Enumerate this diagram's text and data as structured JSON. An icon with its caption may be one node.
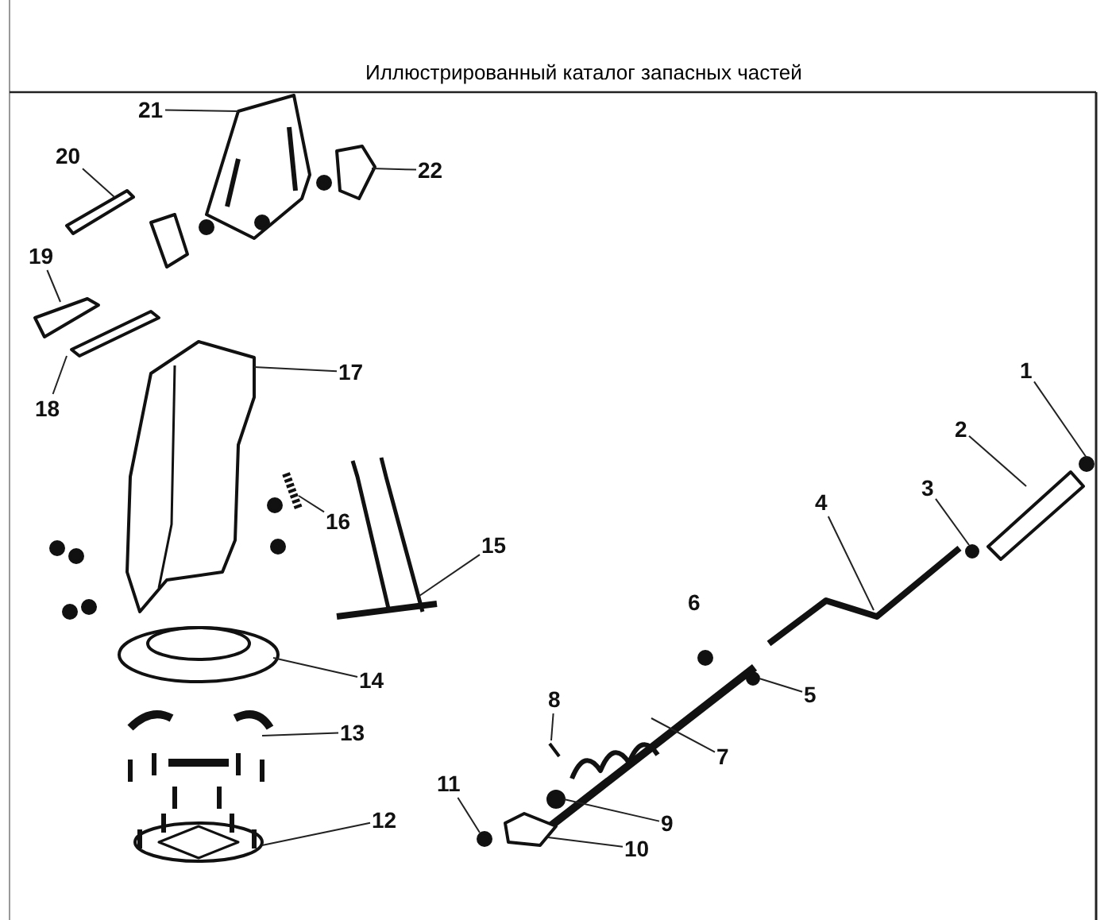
{
  "diagram": {
    "title": "Иллюстрированный каталог запасных частей",
    "nodes": [
      {
        "text": [
          "1"
        ]
      },
      {
        "text": [
          "2"
        ]
      },
      {
        "text": [
          "3"
        ]
      },
      {
        "text": [
          "4"
        ]
      },
      {
        "text": [
          "5"
        ]
      },
      {
        "text": [
          "7"
        ]
      },
      {
        "text": [
          "8"
        ]
      },
      {
        "text": [
          "9"
        ]
      },
      {
        "text": [
          "10"
        ]
      },
      {
        "text": [
          "11"
        ]
      },
      {
        "text": [
          "12"
        ]
      },
      {
        "text": [
          "13"
        ]
      },
      {
        "text": [
          "14"
        ]
      },
      {
        "text": [
          "15"
        ]
      },
      {
        "text": [
          "16"
        ]
      },
      {
        "text": [
          "17"
        ]
      },
      {
        "text": [
          "18"
        ]
      },
      {
        "text": [
          "19"
        ]
      },
      {
        "text": [
          "20"
        ]
      },
      {
        "text": [
          "21"
        ]
      },
      {
        "text": [
          "22"
        ]
      }
    ],
    "edges": [
      {
        "from": 0,
        "to": null,
        "arrow": "none"
      },
      {
        "from": 1,
        "to": null,
        "arrow": "none"
      },
      {
        "from": 2,
        "to": null,
        "arrow": "none"
      },
      {
        "from": 3,
        "to": null,
        "arrow": "none"
      },
      {
        "from": 4,
        "to": null,
        "arrow": "none"
      },
      {
        "from": 5,
        "to": null,
        "arrow": "none"
      },
      {
        "from": 6,
        "to": null,
        "arrow": "none"
      },
      {
        "from": 7,
        "to": null,
        "arrow": "none"
      },
      {
        "from": 8,
        "to": null,
        "arrow": "none"
      },
      {
        "from": 9,
        "to": null,
        "arrow": "none"
      },
      {
        "from": 10,
        "to": null,
        "arrow": "none"
      },
      {
        "from": 11,
        "to": null,
        "arrow": "none"
      },
      {
        "from": 12,
        "to": null,
        "arrow": "none"
      },
      {
        "from": 13,
        "to": null,
        "arrow": "none"
      },
      {
        "from": 14,
        "to": null,
        "arrow": "none"
      },
      {
        "from": 15,
        "to": null,
        "arrow": "none"
      },
      {
        "from": 16,
        "to": null,
        "arrow": "none"
      },
      {
        "from": 17,
        "to": null,
        "arrow": "none"
      },
      {
        "from": 18,
        "to": null,
        "arrow": "none"
      },
      {
        "from": 19,
        "to": null,
        "arrow": "none"
      },
      {
        "from": 20,
        "to": null,
        "arrow": "none"
      }
    ],
    "labels": [
      "6"
    ]
  }
}
